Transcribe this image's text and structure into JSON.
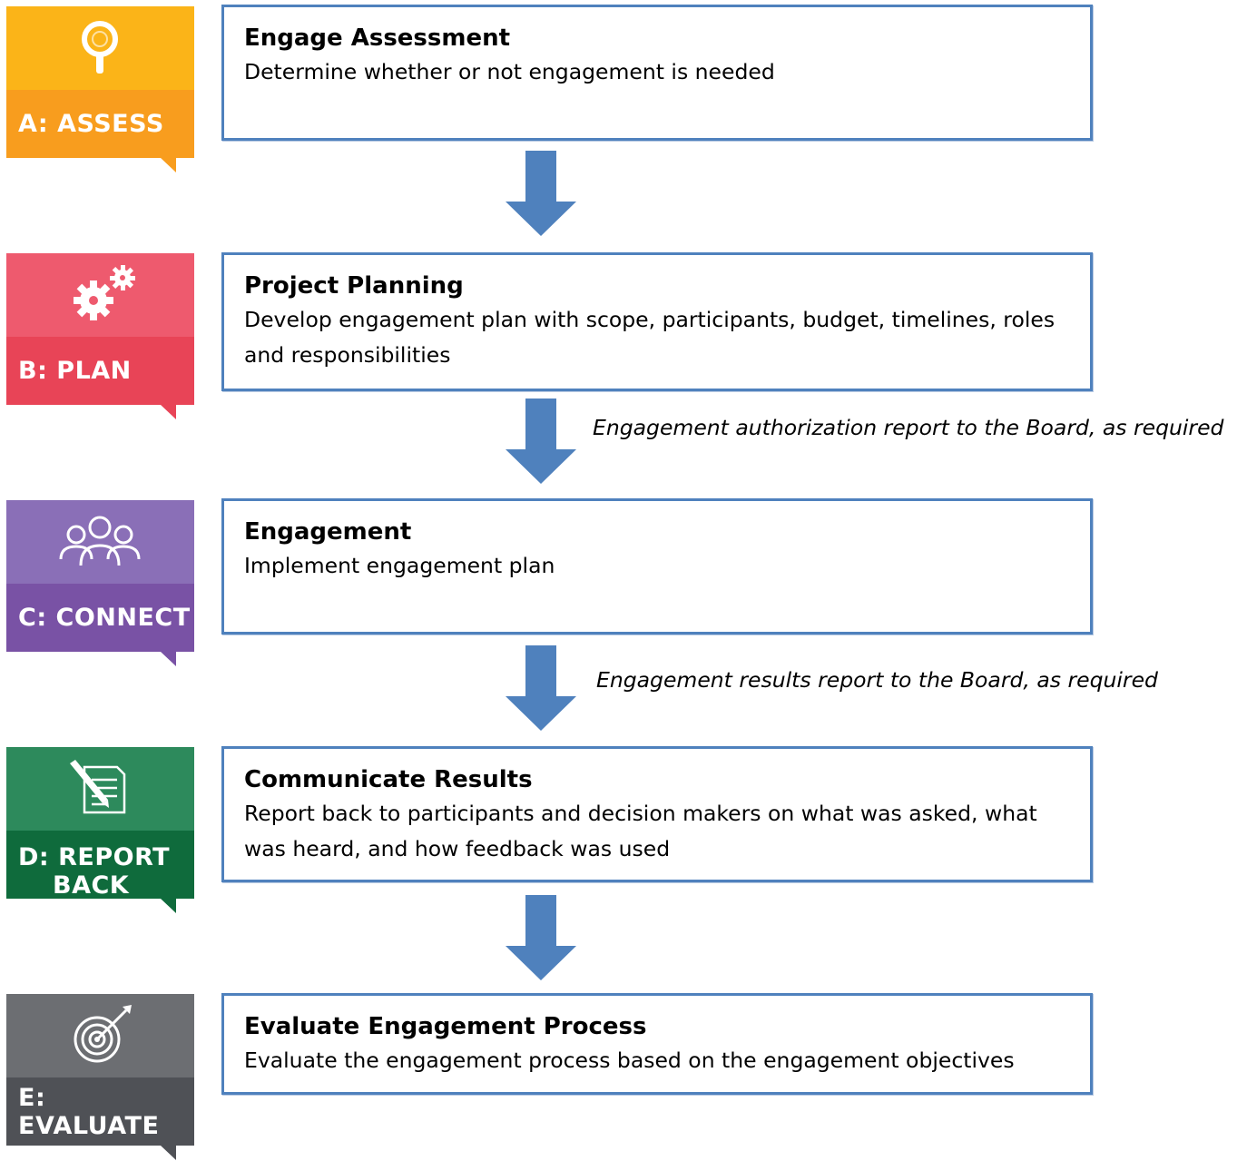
{
  "stages": [
    {
      "id": "a",
      "label": "A: ASSESS",
      "icon": "magnifier-icon",
      "color_top": "#fbb418",
      "color_bottom": "#f89d1e"
    },
    {
      "id": "b",
      "label": "B: PLAN",
      "icon": "gears-icon",
      "color_top": "#ee5a6e",
      "color_bottom": "#e84457"
    },
    {
      "id": "c",
      "label": "C: CONNECT",
      "icon": "people-icon",
      "color_top": "#8a6fb7",
      "color_bottom": "#7952a5"
    },
    {
      "id": "d",
      "label_line1": "D: REPORT",
      "label_line2": "BACK",
      "icon": "document-pencil-icon",
      "color_top": "#2d8a5c",
      "color_bottom": "#0f6b3c"
    },
    {
      "id": "e",
      "label": "E: EVALUATE",
      "icon": "target-icon",
      "color_top": "#6c6e72",
      "color_bottom": "#4f5156"
    }
  ],
  "steps": [
    {
      "title": "Engage Assessment",
      "description": "Determine whether or not engagement is needed"
    },
    {
      "title": "Project Planning",
      "description_line1": "Develop engagement plan with scope, participants, budget, timelines, roles",
      "description_line2": "and responsibilities"
    },
    {
      "title": "Engagement",
      "description": "Implement engagement plan"
    },
    {
      "title": "Communicate Results",
      "description_line1": "Report back to participants and decision makers on what was asked, what",
      "description_line2": "was heard, and how feedback was used"
    },
    {
      "title": "Evaluate Engagement Process",
      "description": "Evaluate the engagement process based on the engagement objectives"
    }
  ],
  "arrow_notes": {
    "after_planning": "Engagement authorization report to the Board, as required",
    "after_engagement": "Engagement results report to the Board, as required"
  },
  "colors": {
    "box_border": "#4f81bd",
    "arrow_fill": "#4f81bd"
  }
}
